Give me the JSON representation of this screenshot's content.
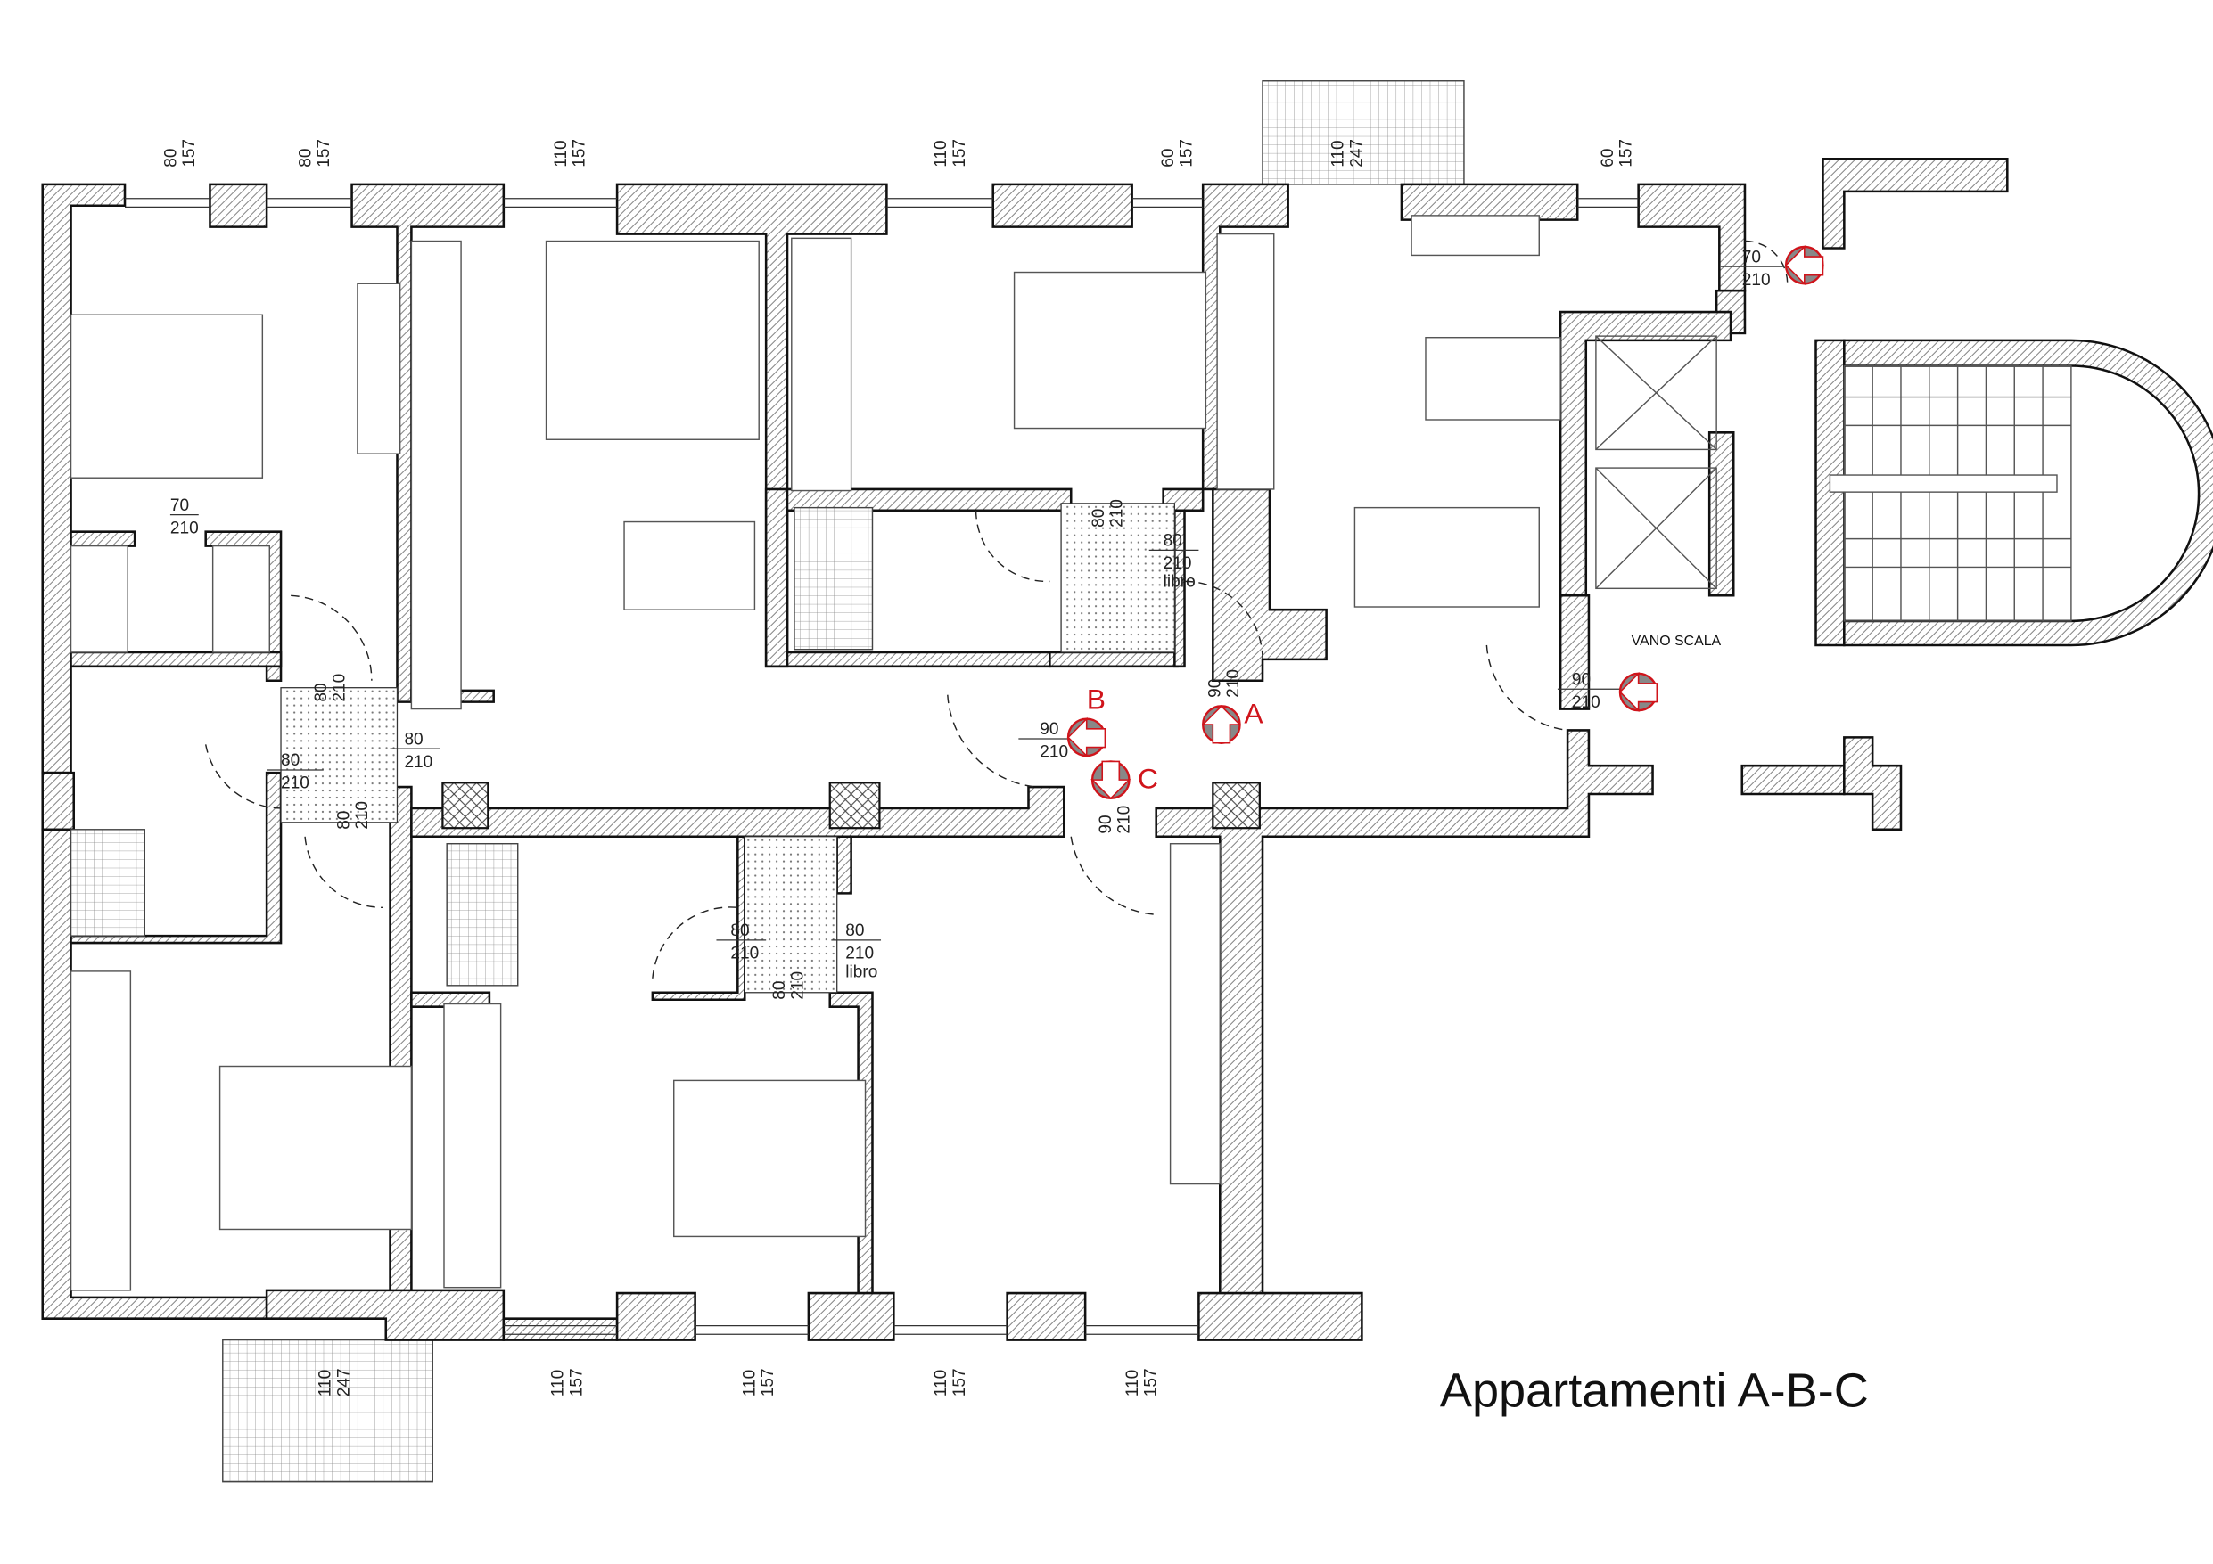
{
  "title": "Appartamenti A-B-C",
  "stair_label": "VANO SCALA",
  "colors": {
    "wall": "#111111",
    "entrance_marker": "#d0141b",
    "background": "#ffffff"
  },
  "windows_top": [
    {
      "w": "80",
      "h": "157"
    },
    {
      "w": "80",
      "h": "157"
    },
    {
      "w": "110",
      "h": "157"
    },
    {
      "w": "110",
      "h": "157"
    },
    {
      "w": "60",
      "h": "157"
    },
    {
      "w": "110",
      "h": "247"
    },
    {
      "w": "60",
      "h": "157"
    }
  ],
  "windows_bottom": [
    {
      "w": "110",
      "h": "247"
    },
    {
      "w": "110",
      "h": "157"
    },
    {
      "w": "110",
      "h": "157"
    },
    {
      "w": "110",
      "h": "157"
    },
    {
      "w": "110",
      "h": "157"
    }
  ],
  "doors": [
    {
      "w": "70",
      "h": "210"
    },
    {
      "w": "70",
      "h": "210"
    },
    {
      "w": "80",
      "h": "210"
    },
    {
      "w": "80",
      "h": "210"
    },
    {
      "w": "80",
      "h": "210"
    },
    {
      "w": "80",
      "h": "210"
    },
    {
      "w": "80",
      "h": "210"
    },
    {
      "w": "80",
      "h": "210",
      "note": "libro"
    },
    {
      "w": "90",
      "h": "210"
    },
    {
      "w": "90",
      "h": "210"
    },
    {
      "w": "90",
      "h": "210"
    },
    {
      "w": "90",
      "h": "210"
    },
    {
      "w": "80",
      "h": "210"
    },
    {
      "w": "80",
      "h": "210",
      "note": "libro"
    },
    {
      "w": "80",
      "h": "210"
    }
  ],
  "entrances": [
    {
      "letter": "A",
      "icon": "entrance-arrow-up"
    },
    {
      "letter": "B",
      "icon": "entrance-arrow-left"
    },
    {
      "letter": "C",
      "icon": "entrance-arrow-down"
    }
  ]
}
